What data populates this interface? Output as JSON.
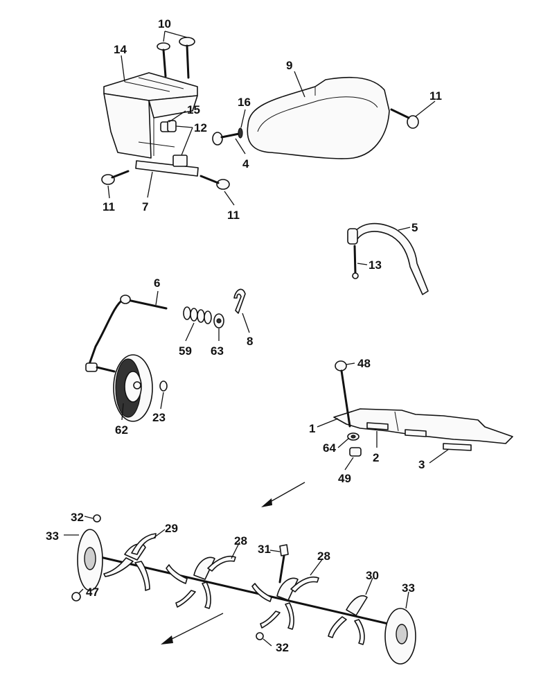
{
  "callouts": [
    {
      "id": "c10",
      "text": "10"
    },
    {
      "id": "c14",
      "text": "14"
    },
    {
      "id": "c9",
      "text": "9"
    },
    {
      "id": "c16",
      "text": "16"
    },
    {
      "id": "c11a",
      "text": "11"
    },
    {
      "id": "c15",
      "text": "15"
    },
    {
      "id": "c12",
      "text": "12"
    },
    {
      "id": "c4",
      "text": "4"
    },
    {
      "id": "c11b",
      "text": "11"
    },
    {
      "id": "c7",
      "text": "7"
    },
    {
      "id": "c11c",
      "text": "11"
    },
    {
      "id": "c5",
      "text": "5"
    },
    {
      "id": "c13",
      "text": "13"
    },
    {
      "id": "c6",
      "text": "6"
    },
    {
      "id": "c8",
      "text": "8"
    },
    {
      "id": "c59",
      "text": "59"
    },
    {
      "id": "c63",
      "text": "63"
    },
    {
      "id": "c48",
      "text": "48"
    },
    {
      "id": "c1",
      "text": "1"
    },
    {
      "id": "c62",
      "text": "62"
    },
    {
      "id": "c23",
      "text": "23"
    },
    {
      "id": "c64",
      "text": "64"
    },
    {
      "id": "c2",
      "text": "2"
    },
    {
      "id": "c3",
      "text": "3"
    },
    {
      "id": "c49",
      "text": "49"
    },
    {
      "id": "c32a",
      "text": "32"
    },
    {
      "id": "c33a",
      "text": "33"
    },
    {
      "id": "c29",
      "text": "29"
    },
    {
      "id": "c28a",
      "text": "28"
    },
    {
      "id": "c31",
      "text": "31"
    },
    {
      "id": "c28b",
      "text": "28"
    },
    {
      "id": "c30",
      "text": "30"
    },
    {
      "id": "c33b",
      "text": "33"
    },
    {
      "id": "c47",
      "text": "47"
    },
    {
      "id": "c32b",
      "text": "32"
    }
  ]
}
